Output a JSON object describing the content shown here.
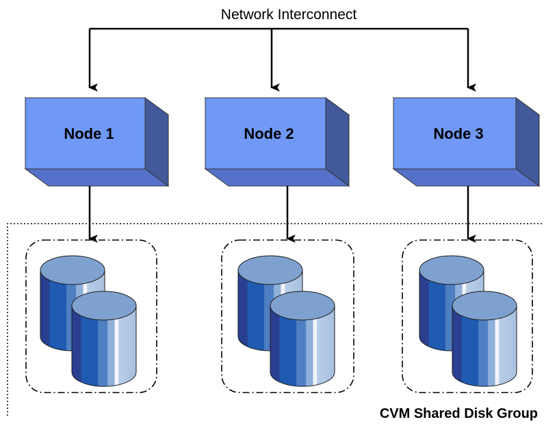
{
  "network": {
    "label": "Network Interconnect"
  },
  "nodes": [
    {
      "label": "Node 1"
    },
    {
      "label": "Node 2"
    },
    {
      "label": "Node 3"
    }
  ],
  "disk_group": {
    "label": "CVM Shared Disk Group"
  },
  "colors": {
    "node_front": "#6f99f5",
    "node_top": "#5b7ad8",
    "node_side": "#42599a",
    "disk_top": "#7fa1cf",
    "disk_dark": "#1e4ea0",
    "disk_mid": "#4f7fc3",
    "disk_light": "#b9cde7"
  }
}
